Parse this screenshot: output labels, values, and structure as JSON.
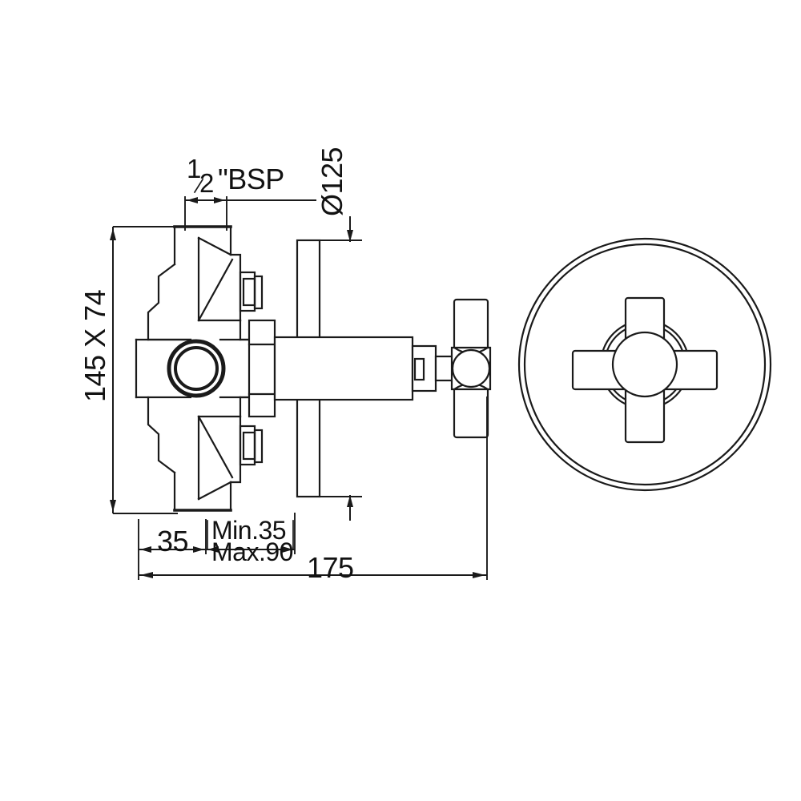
{
  "drawing": {
    "title": "Concealed stop valve / shower valve body technical drawing",
    "background_color": "#ffffff",
    "line_color": "#1a1a1a",
    "views": [
      {
        "name": "side-section-view",
        "label": ""
      },
      {
        "name": "front-rosette-view",
        "label": ""
      }
    ]
  },
  "dimensions": {
    "thread_size": {
      "whole": "1",
      "numerator": "1",
      "denominator": "2",
      "suffix": "\"BSP",
      "display": "1/2\"BSP"
    },
    "body_size": {
      "value": "145 X 74",
      "orientation": "vertical"
    },
    "rosette_diameter": {
      "value": "Ø125",
      "orientation": "vertical"
    },
    "wall_offset": {
      "value": "35"
    },
    "projection_min": {
      "value": "Min.35"
    },
    "projection_max": {
      "value": "Max.90"
    },
    "overall_length": {
      "value": "175"
    }
  },
  "labels": {
    "bsp_fraction_numerator": "1",
    "bsp_fraction_denominator": "2",
    "bsp_quote_text": "\"BSP",
    "body_size_text": "145 X 74",
    "diameter_text": "Ø125",
    "dim_35_text": "35",
    "dim_min_text": "Min.35",
    "dim_max_text": "Max.90",
    "dim_175_text": "175"
  }
}
